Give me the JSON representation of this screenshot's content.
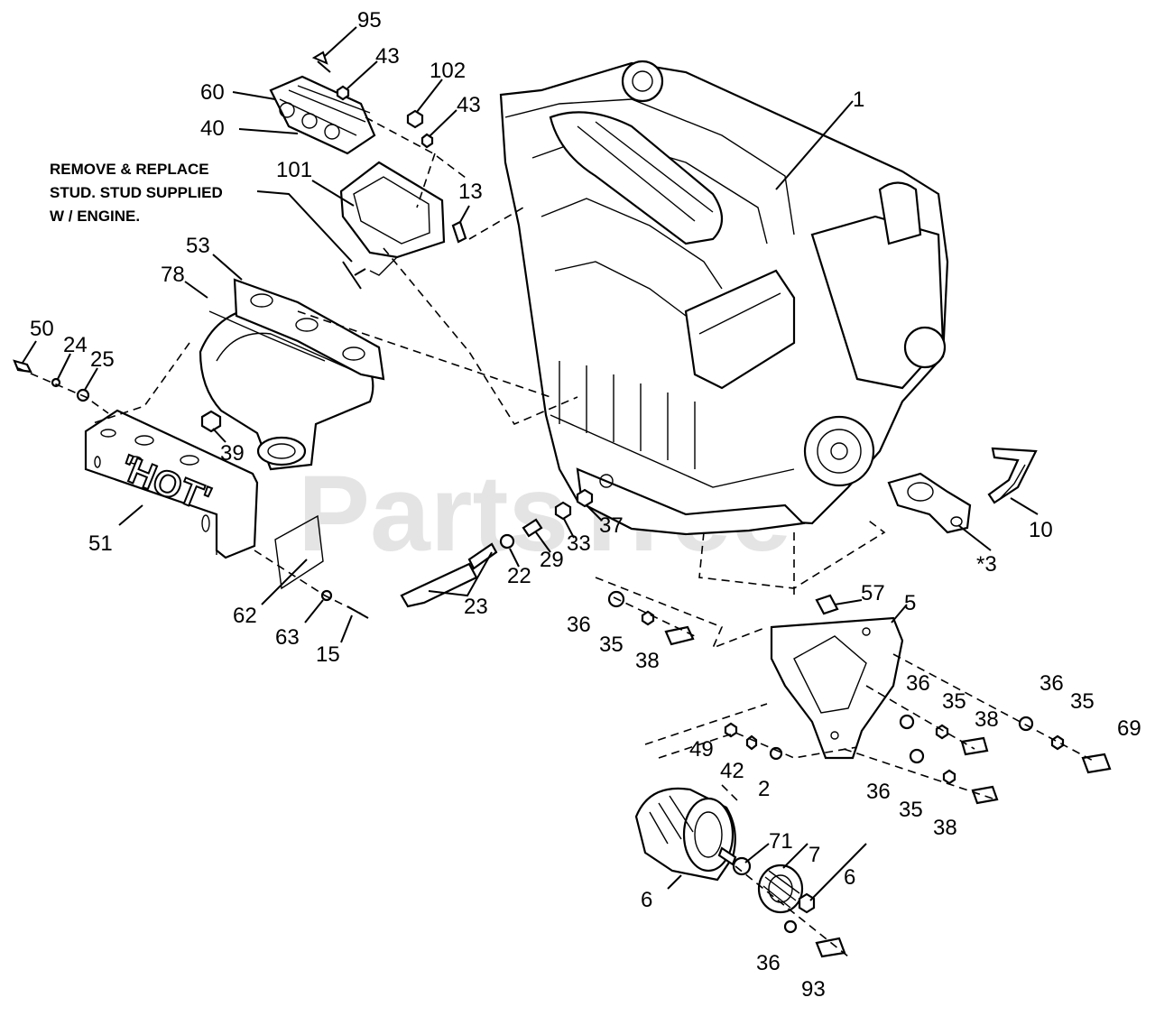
{
  "watermark": "PartsTree",
  "note": {
    "line1": "REMOVE & REPLACE",
    "line2": "STUD. STUD SUPPLIED",
    "line3": "W / ENGINE."
  },
  "shield_label": "'HOT'",
  "callouts": {
    "c95": "95",
    "c43a": "43",
    "c60": "60",
    "c40": "40",
    "c102": "102",
    "c43b": "43",
    "c1": "1",
    "c101": "101",
    "c13": "13",
    "c53": "53",
    "c78": "78",
    "c50": "50",
    "c24": "24",
    "c25": "25",
    "c39": "39",
    "c51": "51",
    "c10": "10",
    "c3": "*3",
    "c37": "37",
    "c33": "33",
    "c29": "29",
    "c22": "22",
    "c23": "23",
    "c62": "62",
    "c63": "63",
    "c15": "15",
    "c57": "57",
    "c5": "5",
    "c36a": "36",
    "c35a": "35",
    "c38a": "38",
    "c36b": "36",
    "c35b": "35",
    "c38b": "38",
    "c36c": "36",
    "c35c": "35",
    "c69": "69",
    "c49": "49",
    "c42": "42",
    "c2": "2",
    "c36d": "36",
    "c35d": "35",
    "c38c": "38",
    "c71": "71",
    "c7": "7",
    "c6a": "6",
    "c6b": "6",
    "c36e": "36",
    "c93": "93"
  }
}
